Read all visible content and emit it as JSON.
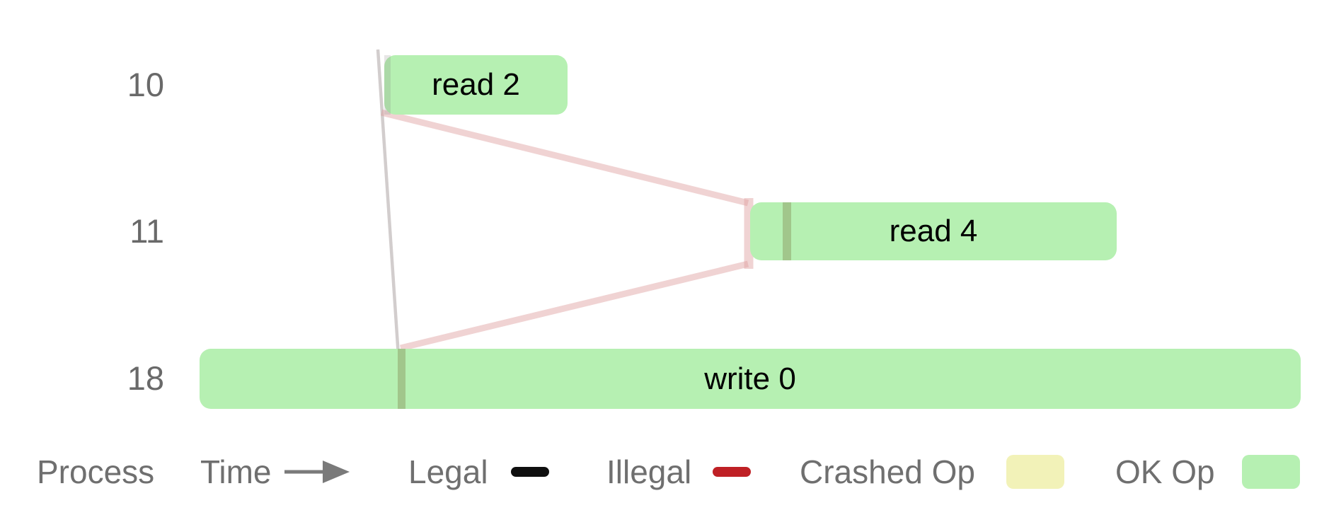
{
  "colors": {
    "ok-op": "#b6f0b2",
    "crashed-op": "#f2f2b8",
    "legal": "#0f0f0f",
    "illegal": "#bf2025",
    "legal-link-faded": "#d2cccc",
    "illegal-link-faded": "#f0d4d4",
    "label-gray": "#6f6f6f"
  },
  "processes": [
    {
      "label": "10",
      "op": {
        "text": "read 2",
        "type": "ok"
      }
    },
    {
      "label": "11",
      "op": {
        "text": "read 4",
        "type": "ok"
      }
    },
    {
      "label": "18",
      "op": {
        "text": "write 0",
        "type": "ok"
      }
    }
  ],
  "links": [
    {
      "type": "legal",
      "path": [
        "read 2",
        "write 0"
      ]
    },
    {
      "type": "illegal",
      "path": [
        "read 2",
        "read 4"
      ]
    },
    {
      "type": "illegal",
      "path": [
        "read 4",
        "write 0"
      ]
    }
  ],
  "legend": {
    "process_label": "Process",
    "time_label": "Time",
    "legal_label": "Legal",
    "illegal_label": "Illegal",
    "crashed_label": "Crashed Op",
    "ok_label": "OK Op"
  }
}
